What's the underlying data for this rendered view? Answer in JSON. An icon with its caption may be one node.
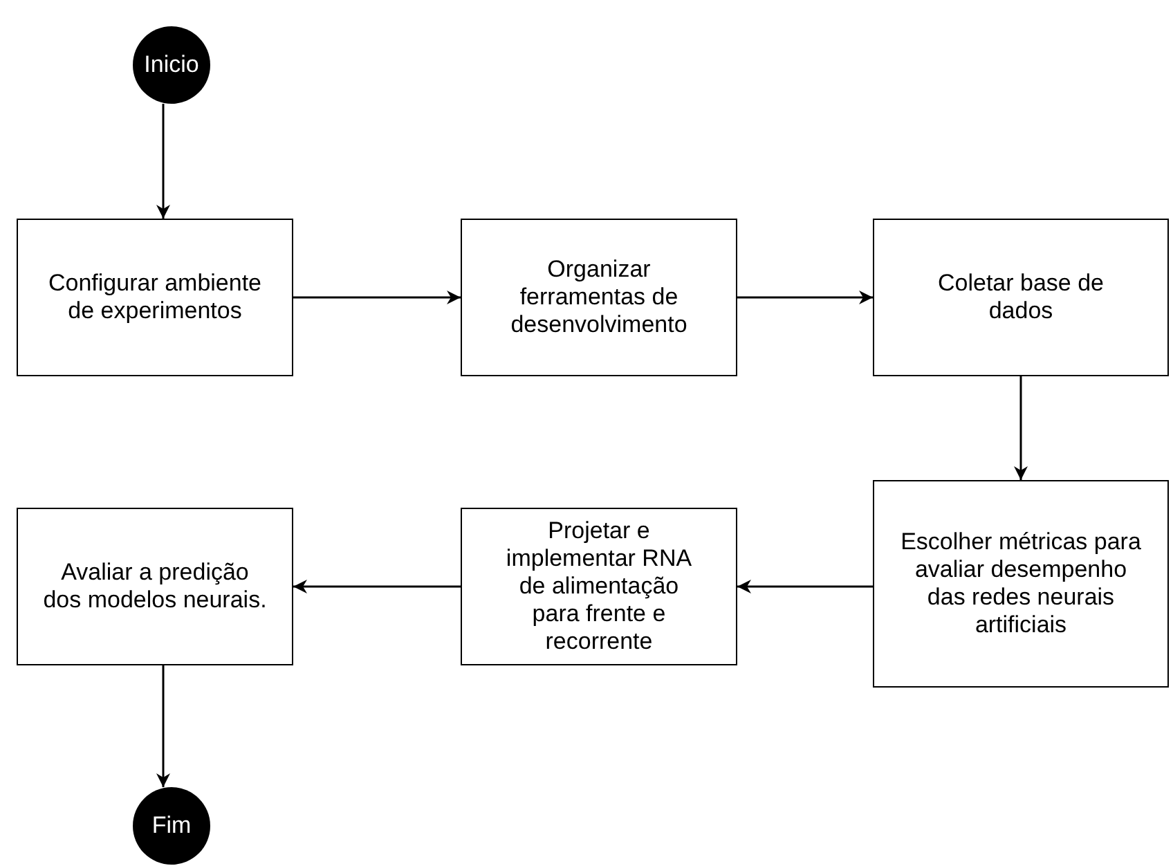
{
  "diagram": {
    "nodes": [
      {
        "text": [
          "Inicio"
        ]
      },
      {
        "text": [
          "Configurar ambiente de experimentos"
        ]
      },
      {
        "text": [
          "Organizar ferramentas de desenvolvimento"
        ]
      },
      {
        "text": [
          "Coletar base de dados"
        ]
      },
      {
        "text": [
          "Escolher métricas para avaliar desempenho das redes neurais artificiais"
        ]
      },
      {
        "text": [
          "Projetar e implementar RNA de alimentação para frente e recorrente"
        ]
      },
      {
        "text": [
          "Avaliar a predição dos modelos neurais."
        ]
      },
      {
        "text": [
          "Fim"
        ]
      }
    ],
    "edges": [
      {
        "from": 0,
        "to": 1,
        "arrow": "to"
      },
      {
        "from": 1,
        "to": 2,
        "arrow": "to"
      },
      {
        "from": 2,
        "to": 3,
        "arrow": "to"
      },
      {
        "from": 3,
        "to": 4,
        "arrow": "to"
      },
      {
        "from": 4,
        "to": 5,
        "arrow": "to"
      },
      {
        "from": 5,
        "to": 6,
        "arrow": "to"
      },
      {
        "from": 6,
        "to": 7,
        "arrow": "to"
      }
    ]
  }
}
